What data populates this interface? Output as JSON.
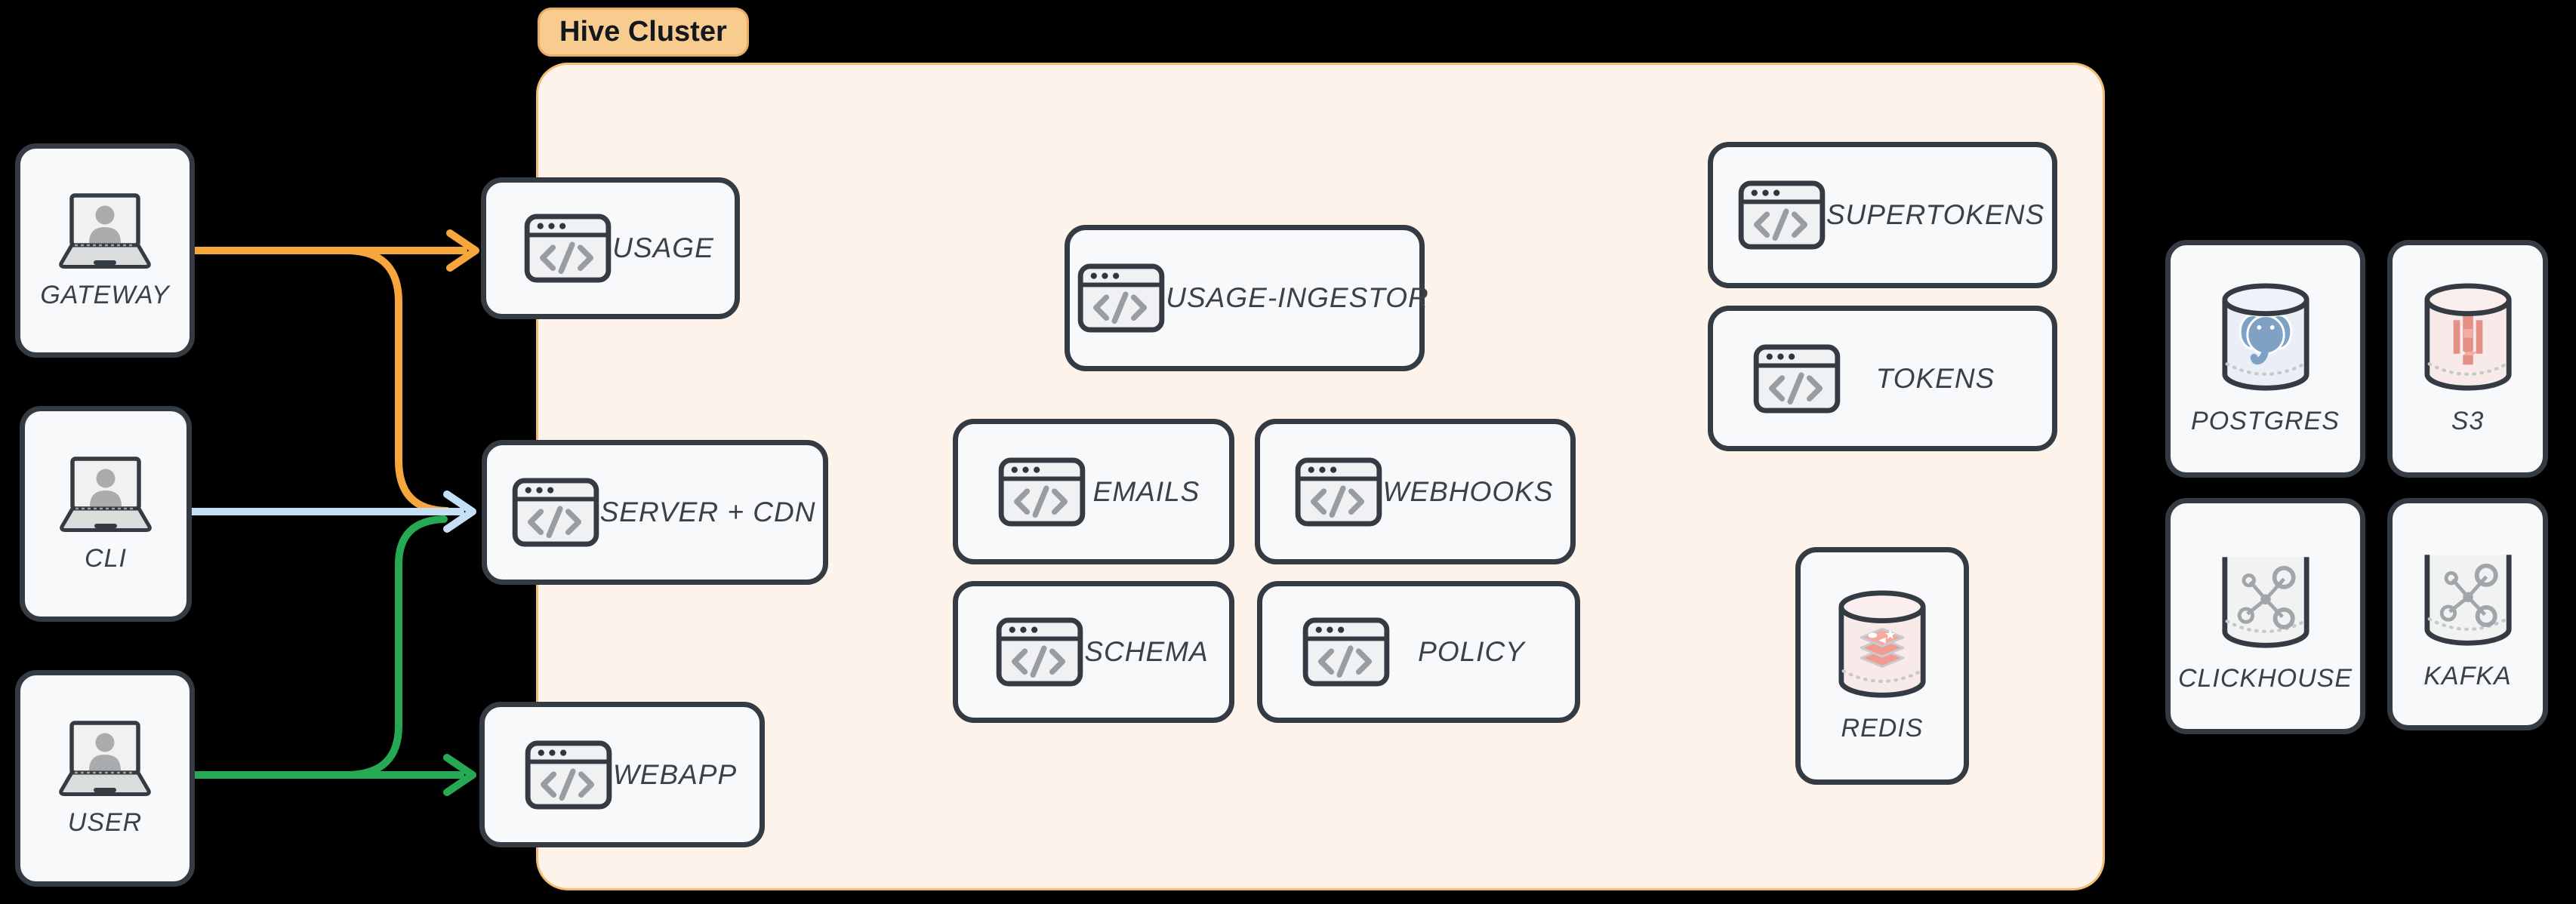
{
  "cluster": {
    "label": "Hive Cluster"
  },
  "colors": {
    "arrow_orange": "#F6A63C",
    "arrow_blue": "#C5DFF6",
    "arrow_green": "#27A954",
    "node_border": "#343B43",
    "node_bg": "#F8F9FA",
    "cluster_bg": "#FDF3EA",
    "cluster_border": "#F2BD74",
    "cluster_label_bg": "#F8CB8E",
    "label_text": "#3A4149"
  },
  "clients": {
    "gateway": {
      "label": "GATEWAY",
      "icon": "laptop-user-icon"
    },
    "cli": {
      "label": "CLI",
      "icon": "laptop-user-icon"
    },
    "user": {
      "label": "USER",
      "icon": "laptop-user-icon"
    }
  },
  "services": {
    "usage": {
      "label": "USAGE",
      "icon": "code-window-icon"
    },
    "server_cdn": {
      "label": "SERVER + CDN",
      "icon": "code-window-icon"
    },
    "webapp": {
      "label": "WEBAPP",
      "icon": "code-window-icon"
    },
    "usage_ingestor": {
      "label": "USAGE-INGESTOR",
      "icon": "code-window-icon"
    },
    "emails": {
      "label": "EMAILS",
      "icon": "code-window-icon"
    },
    "webhooks": {
      "label": "WEBHOOKS",
      "icon": "code-window-icon"
    },
    "schema": {
      "label": "SCHEMA",
      "icon": "code-window-icon"
    },
    "policy": {
      "label": "POLICY",
      "icon": "code-window-icon"
    },
    "supertokens": {
      "label": "SUPERTOKENS",
      "icon": "code-window-icon"
    },
    "tokens": {
      "label": "TOKENS",
      "icon": "code-window-icon"
    }
  },
  "datastores": {
    "redis": {
      "label": "REDIS",
      "icon": "redis-cylinder-icon"
    },
    "postgres": {
      "label": "POSTGRES",
      "icon": "postgres-cylinder-icon"
    },
    "s3": {
      "label": "S3",
      "icon": "s3-cylinder-icon"
    },
    "clickhouse": {
      "label": "CLICKHOUSE",
      "icon": "network-cylinder-icon"
    },
    "kafka": {
      "label": "KAFKA",
      "icon": "network-cylinder-icon"
    }
  },
  "edges": [
    {
      "from": "GATEWAY",
      "to": "USAGE",
      "color": "#F6A63C"
    },
    {
      "from": "GATEWAY",
      "to": "SERVER + CDN",
      "color": "#F6A63C"
    },
    {
      "from": "CLI",
      "to": "SERVER + CDN",
      "color": "#C5DFF6"
    },
    {
      "from": "USER",
      "to": "SERVER + CDN",
      "color": "#27A954"
    },
    {
      "from": "USER",
      "to": "WEBAPP",
      "color": "#27A954"
    }
  ]
}
